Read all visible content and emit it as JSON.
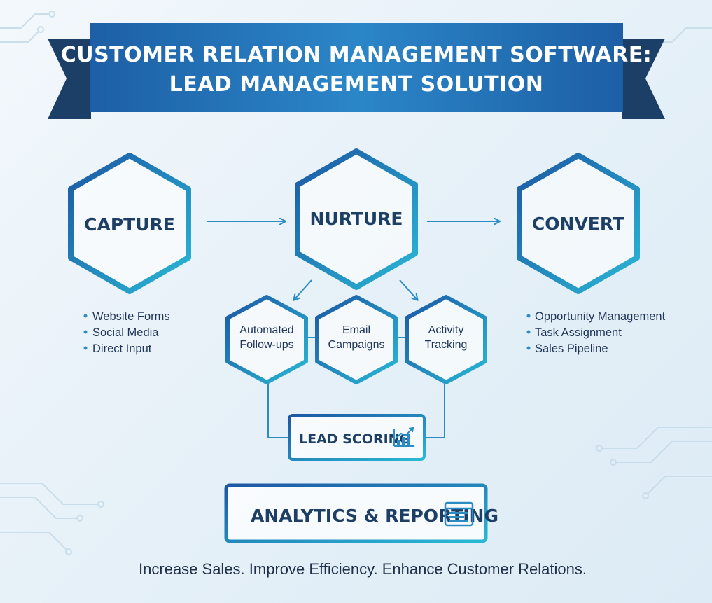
{
  "title": {
    "line1": "CUSTOMER RELATION MANAGEMENT SOFTWARE:",
    "line2": "LEAD MANAGEMENT SOLUTION"
  },
  "stages": {
    "capture": {
      "label": "CAPTURE",
      "bullets": [
        "Website Forms",
        "Social Media",
        "Direct Input"
      ]
    },
    "nurture": {
      "label": "NURTURE"
    },
    "convert": {
      "label": "CONVERT",
      "bullets": [
        "Opportunity Management",
        "Task Assignment",
        "Sales Pipeline"
      ]
    }
  },
  "nurture_steps": {
    "followups": {
      "line1": "Automated",
      "line2": "Follow-ups"
    },
    "email": {
      "line1": "Email",
      "line2": "Campaigns"
    },
    "tracking": {
      "line1": "Activity",
      "line2": "Tracking"
    }
  },
  "lead_scoring": {
    "label": "LEAD SCORING",
    "icon": "bar-chart-icon"
  },
  "analytics": {
    "label": "ANALYTICS & REPORTING",
    "icon": "report-window-icon"
  },
  "tagline": "Increase Sales. Improve Efficiency. Enhance Customer Relations.",
  "colors": {
    "ribbon": "#1f6fb5",
    "ribbon_dark": "#1b3f66",
    "hex_stroke_start": "#1f5fa8",
    "hex_stroke_end": "#28b3d3",
    "text_dark": "#1d3f66",
    "arrow": "#2b8cc4"
  }
}
